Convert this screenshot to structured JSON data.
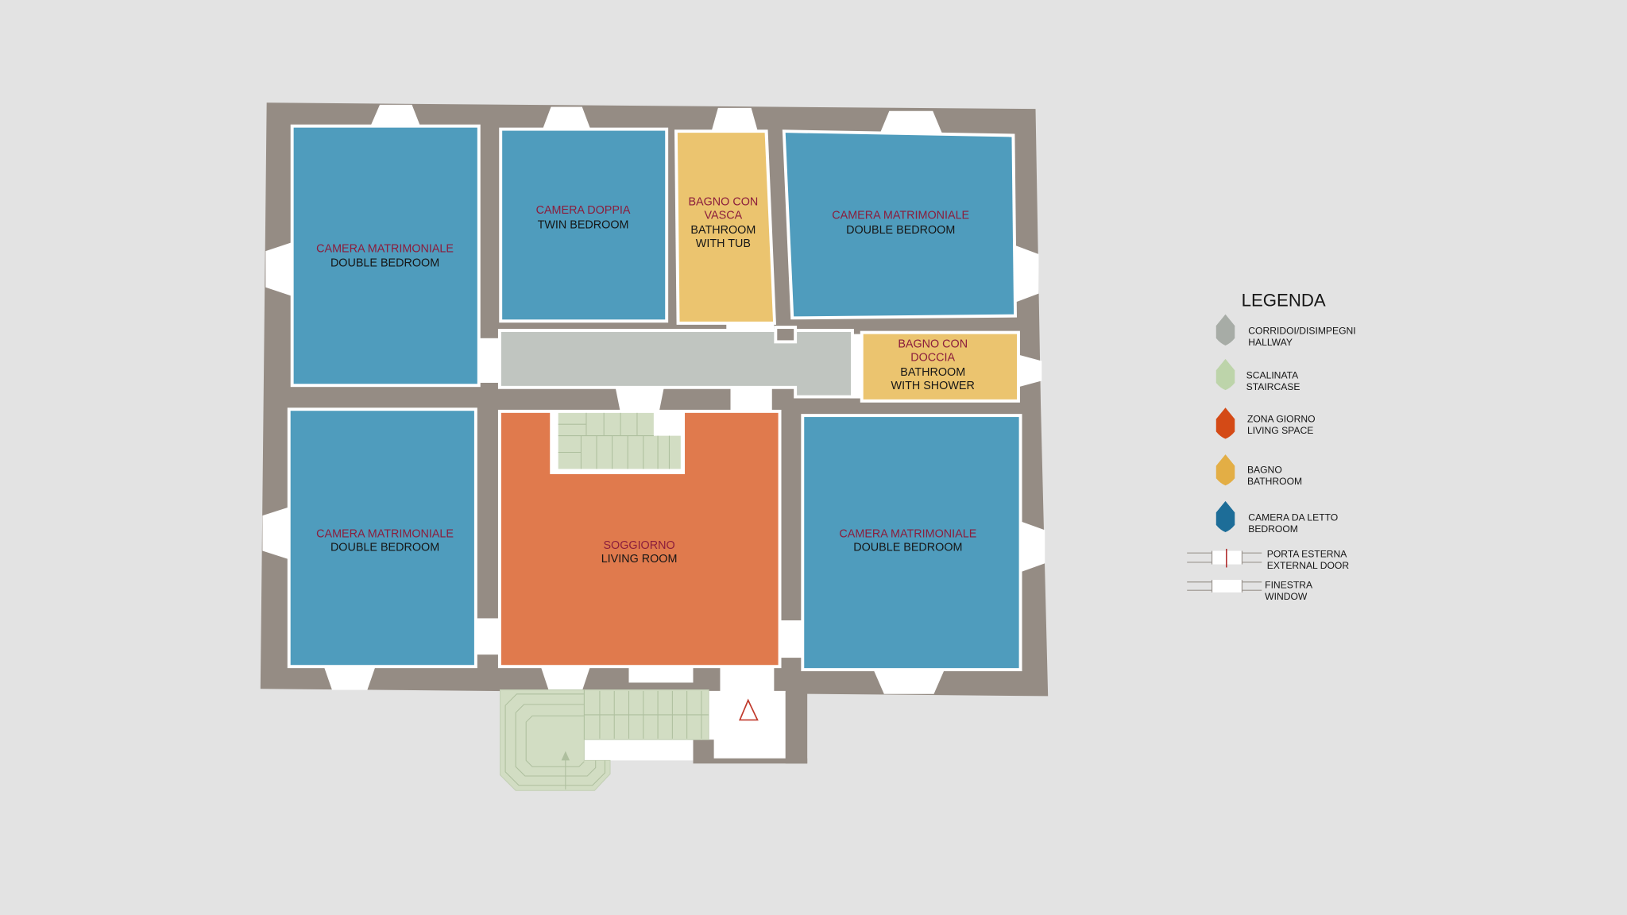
{
  "colors": {
    "background": "#e3e3e3",
    "wall": "#958c84",
    "bedroom": "#4f9cbd",
    "bathroom": "#ebc46f",
    "living_space": "#e07a4d",
    "hallway": "#c0c5c0",
    "staircase": "#d2ddc3",
    "label_it": "#8b1d3c",
    "label_en": "#161616",
    "entrance_mark": "#c0392b"
  },
  "rooms": [
    {
      "it_lines": [
        "CAMERA MATRIMONIALE"
      ],
      "en_lines": [
        "DOUBLE BEDROOM"
      ]
    },
    {
      "it_lines": [
        "CAMERA DOPPIA"
      ],
      "en_lines": [
        "TWIN BEDROOM"
      ]
    },
    {
      "it_lines": [
        "BAGNO CON",
        "VASCA"
      ],
      "en_lines": [
        "BATHROOM",
        "WITH TUB"
      ]
    },
    {
      "it_lines": [
        "CAMERA MATRIMONIALE"
      ],
      "en_lines": [
        "DOUBLE BEDROOM"
      ]
    },
    {
      "it_lines": [
        "BAGNO CON",
        "DOCCIA"
      ],
      "en_lines": [
        "BATHROOM",
        "WITH SHOWER"
      ]
    },
    {
      "it_lines": [
        "CAMERA MATRIMONIALE"
      ],
      "en_lines": [
        "DOUBLE BEDROOM"
      ]
    },
    {
      "it_lines": [
        "SOGGIORNO"
      ],
      "en_lines": [
        "LIVING ROOM"
      ]
    },
    {
      "it_lines": [
        "CAMERA MATRIMONIALE"
      ],
      "en_lines": [
        "DOUBLE BEDROOM"
      ]
    }
  ],
  "entrance_icon": "entrance-triangle-icon",
  "legend": {
    "title": "LEGENDA",
    "items": [
      {
        "icon": "hallway-swatch-icon",
        "color": "#a7aca6",
        "it": "CORRIDOI/DISIMPEGNI",
        "en": "HALLWAY"
      },
      {
        "icon": "staircase-swatch-icon",
        "color": "#bdd4aa",
        "it": "SCALINATA",
        "en": "STAIRCASE"
      },
      {
        "icon": "living-space-swatch-icon",
        "color": "#d44a16",
        "it": "ZONA GIORNO",
        "en": "LIVING SPACE"
      },
      {
        "icon": "bathroom-swatch-icon",
        "color": "#e3ae45",
        "it": "BAGNO",
        "en": "BATHROOM"
      },
      {
        "icon": "bedroom-swatch-icon",
        "color": "#1d6d98",
        "it": "CAMERA DA LETTO",
        "en": "BEDROOM"
      },
      {
        "icon": "external-door-symbol-icon",
        "it": "PORTA ESTERNA",
        "en": "EXTERNAL DOOR"
      },
      {
        "icon": "window-symbol-icon",
        "it": "FINESTRA",
        "en": "WINDOW"
      }
    ]
  }
}
